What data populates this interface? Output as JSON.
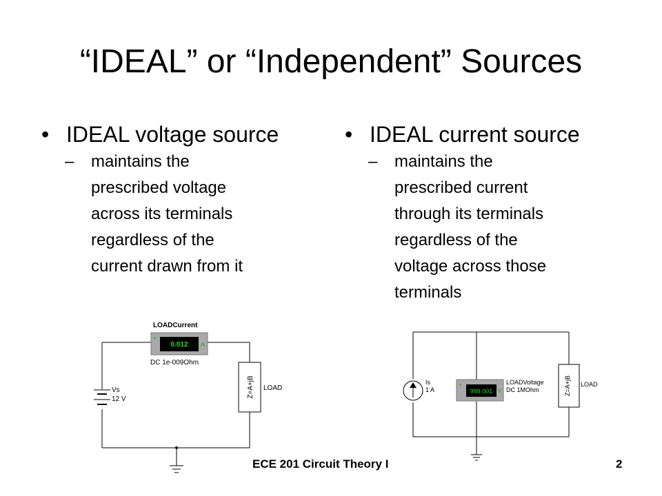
{
  "slide": {
    "title": "“IDEAL” or “Independent” Sources",
    "left": {
      "bullet_char": "•",
      "heading": "IDEAL voltage source",
      "dash": "–",
      "lines": [
        "maintains the",
        "prescribed voltage",
        "across its terminals",
        "regardless of the",
        "current drawn from it"
      ]
    },
    "right": {
      "bullet_char": "•",
      "heading": "IDEAL current source",
      "dash": "–",
      "lines": [
        "maintains the",
        "prescribed current",
        "through its terminals",
        "regardless of the",
        "voltage across those",
        "terminals"
      ]
    },
    "footer": {
      "course": "ECE 201 Circuit Theory I",
      "page": "2"
    }
  },
  "circuit_left": {
    "meter_name": "LOADCurrent",
    "meter_reading": "0.012",
    "meter_plus": "+",
    "meter_unit": "A",
    "meter_spec": "DC  1e-009Ohm",
    "source_name": "Vs",
    "source_value": "12 V",
    "load_impedance": "Z=A+jB",
    "load_label": "LOAD"
  },
  "circuit_right": {
    "source_name": "Is",
    "source_value": "1 A",
    "meter_name": "LOADVoltage",
    "meter_spec": "DC  1MOhm",
    "meter_reading": "999.001",
    "meter_plus": "+",
    "meter_unit": "V",
    "load_impedance": "Z=A+jB",
    "load_label": "LOAD"
  }
}
